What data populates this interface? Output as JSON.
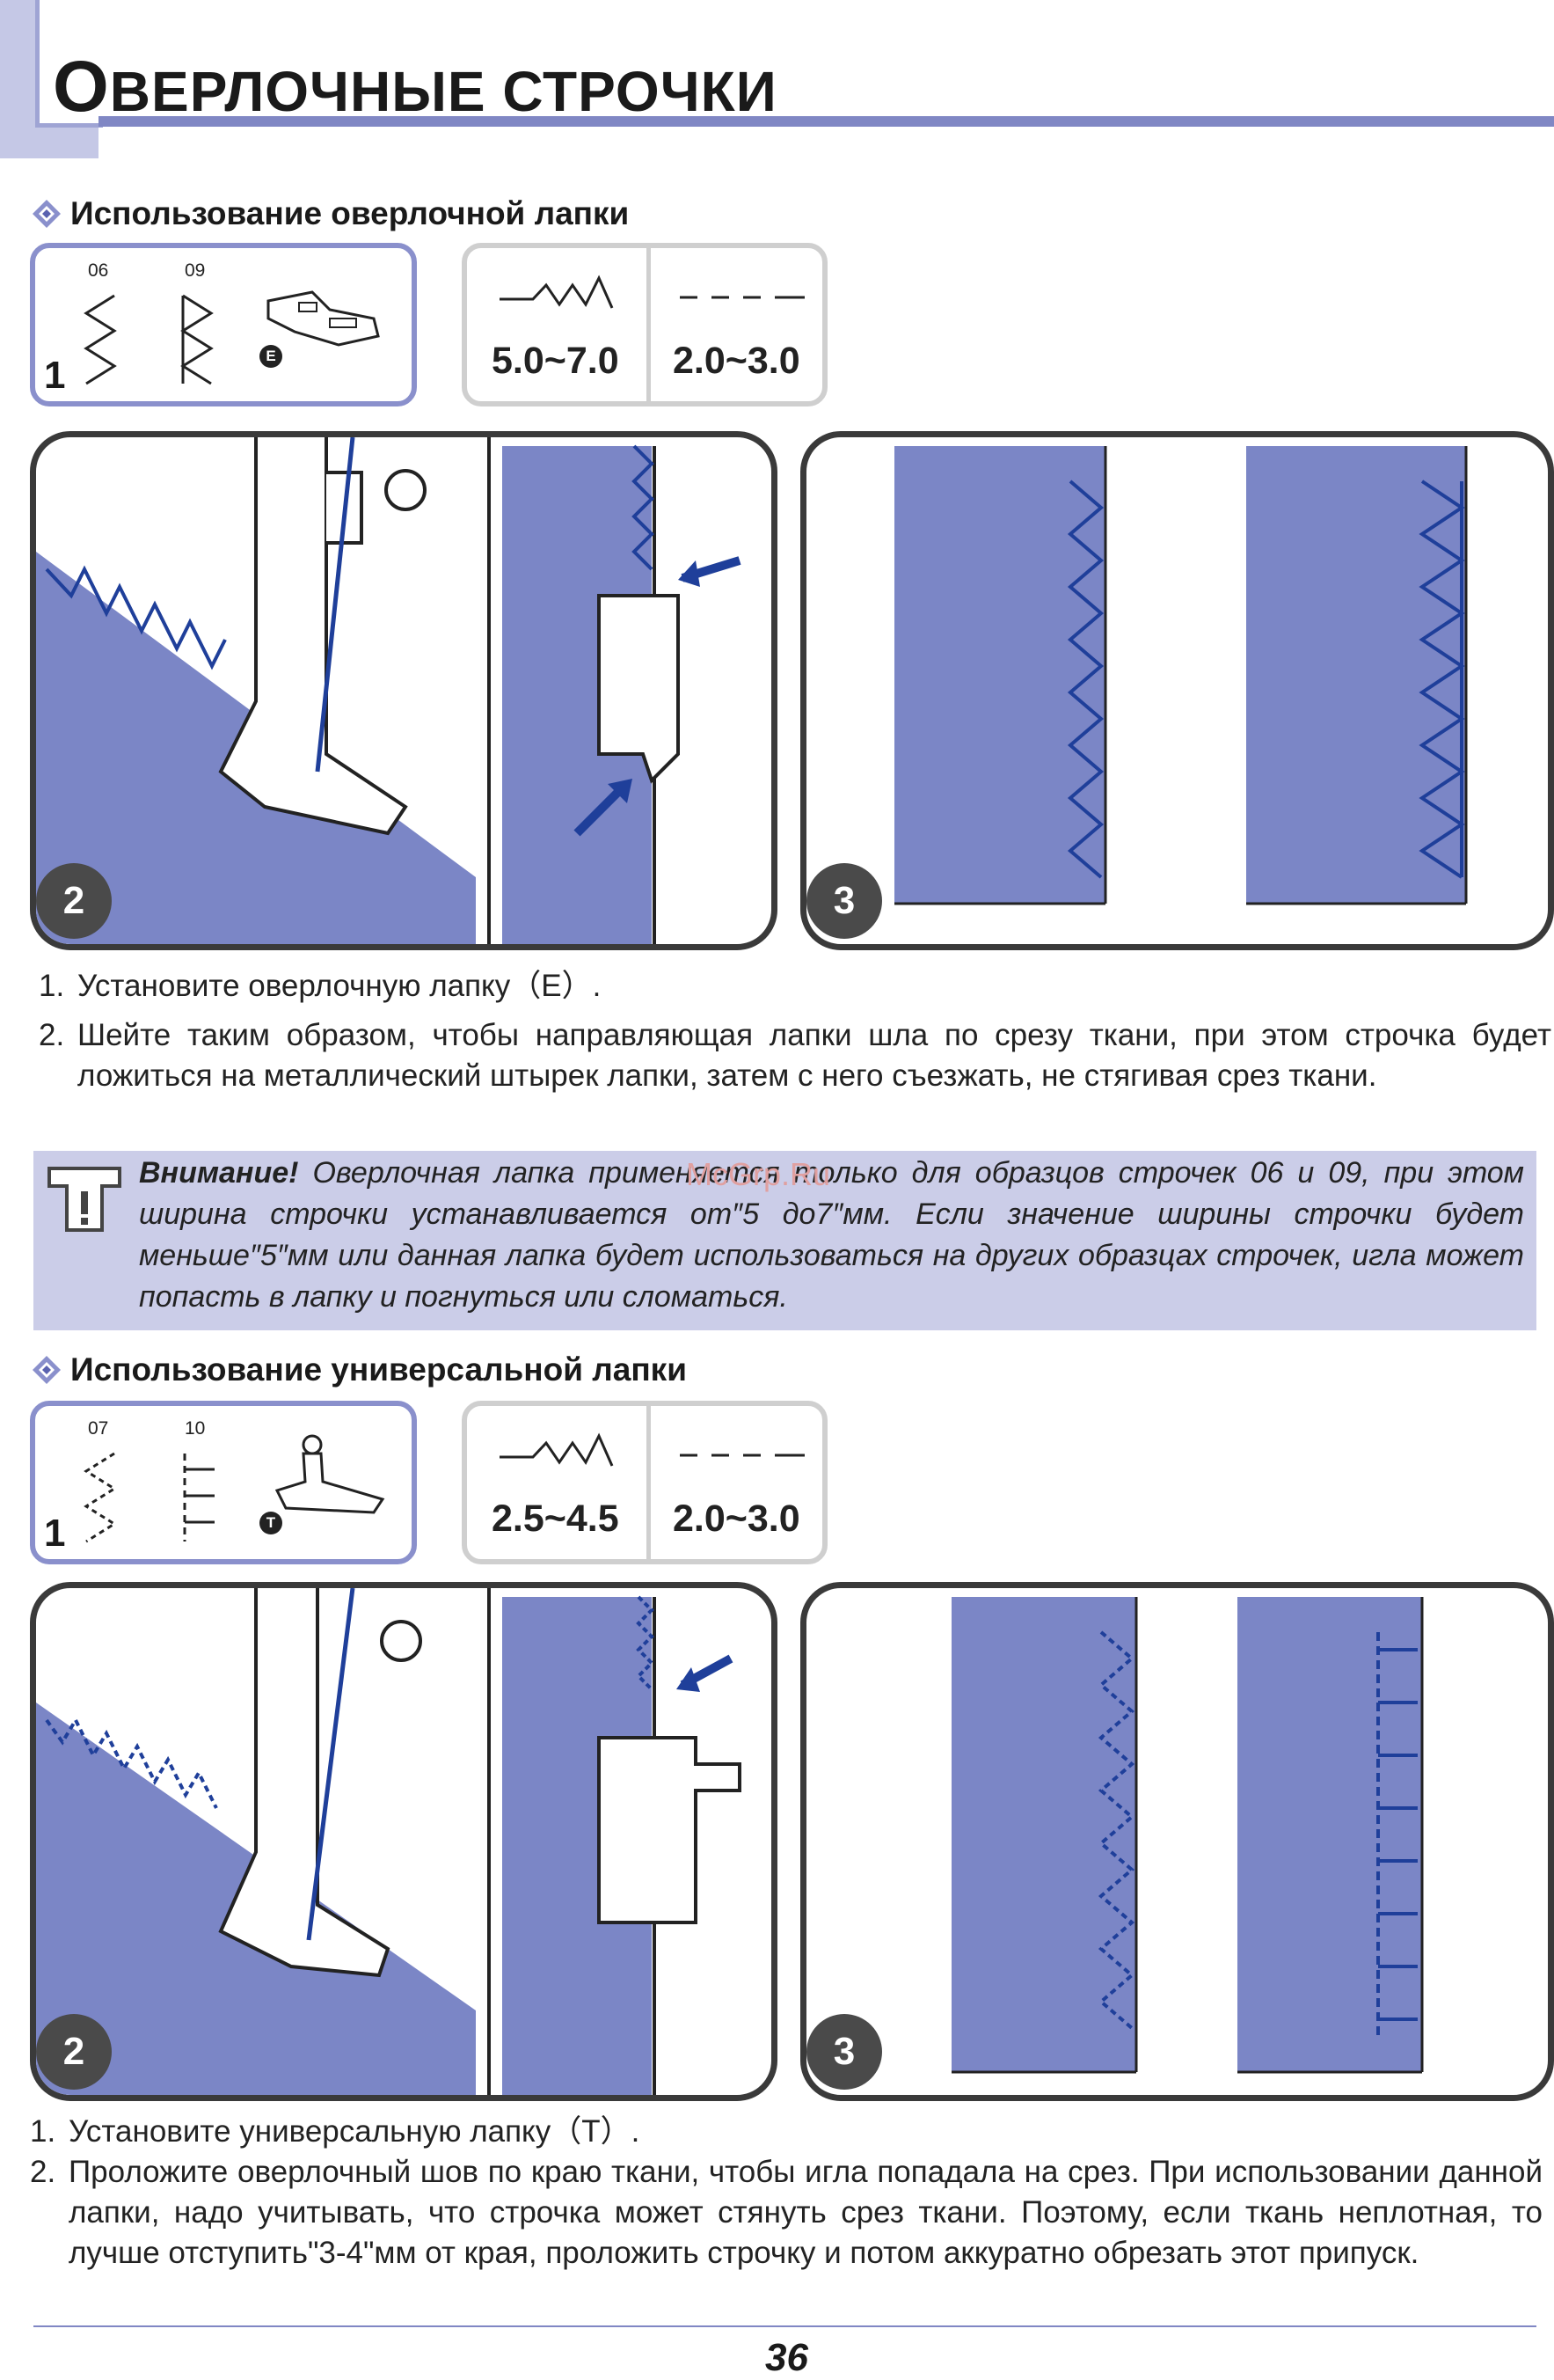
{
  "page": {
    "title_initial": "О",
    "title_rest": "ВЕРЛОЧНЫЕ СТРОЧКИ",
    "page_number": "36",
    "watermark": "McGrp.Ru"
  },
  "section1": {
    "heading": "Использование оверлочной лапки",
    "step1_label": "1",
    "pattern_a": "06",
    "pattern_b": "09",
    "foot_letter": "E",
    "width_value": "5.0~7.0",
    "length_value": "2.0~3.0",
    "step2_label": "2",
    "step3_label": "3",
    "instructions": [
      {
        "num": "1.",
        "text": "Установите оверлочную лапку（E）."
      },
      {
        "num": "2.",
        "text": "Шейте таким образом, чтобы направляющая лапки шла по срезу ткани, при этом строчка будет ложиться  на металлический штырек лапки, затем с него съезжать, не стягивая срез ткани."
      }
    ],
    "note_label": "Внимание!",
    "note_text": " Оверлочная лапка применяется только для образцов строчек 06 и 09, при этом ширина строчки устанавливается от″5 до7″мм. Если значение ширины строчки будет меньше″5″мм или данная лапка будет использоваться на других образцах строчек, игла может попасть в лапку и погнуться или сломаться."
  },
  "section2": {
    "heading": "Использование  универсальной лапки",
    "step1_label": "1",
    "pattern_a": "07",
    "pattern_b": "10",
    "foot_letter": "T",
    "width_value": "2.5~4.5",
    "length_value": "2.0~3.0",
    "step2_label": "2",
    "step3_label": "3",
    "instructions": [
      {
        "num": "1.",
        "text": "Установите универсальную лапку（T）."
      },
      {
        "num": "2.",
        "text": "Проложите оверлочный шов по краю ткани, чтобы игла попадала на срез. При использовании данной лапки, надо учитывать, что строчка может стянуть срез ткани. Поэтому, если ткань неплотная, то лучше отступить\"3-4\"мм от края, проложить строчку и потом аккуратно обрезать этот припуск."
      }
    ]
  },
  "colors": {
    "fabric": "#7b86c6",
    "stitch": "#1f3f9a",
    "accent": "#8087c4",
    "note_bg": "#cbcde8"
  },
  "icons": [
    "diamond-bullet-icon",
    "zigzag-width-icon",
    "straight-length-icon",
    "warning-icon",
    "presser-foot-icon",
    "arrow-icon"
  ]
}
